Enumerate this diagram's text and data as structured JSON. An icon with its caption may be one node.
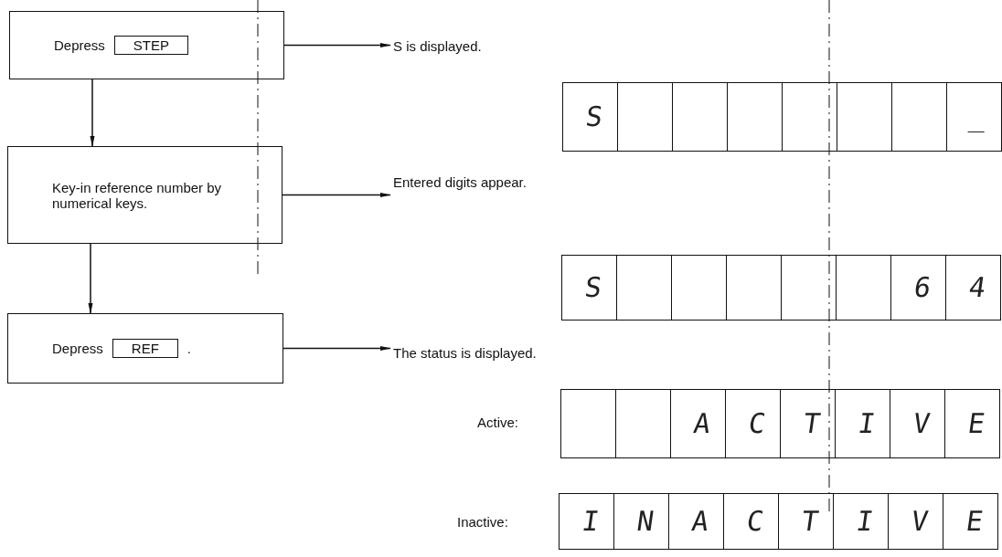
{
  "diagram": {
    "nodes": [
      {
        "text": [
          "Depress",
          "STEP"
        ]
      },
      {
        "text": [
          "Key-in reference number by numerical keys."
        ]
      },
      {
        "text": [
          "Depress",
          "REF",
          "."
        ]
      },
      {
        "text": [
          "S is displayed."
        ]
      },
      {
        "text": [
          "Entered digits appear."
        ]
      },
      {
        "text": [
          "The status is displayed."
        ]
      }
    ],
    "edges": [
      {
        "from": 0,
        "to": 1,
        "arrow": "to"
      },
      {
        "from": 1,
        "to": 2,
        "arrow": "to"
      },
      {
        "from": 0,
        "to": 3,
        "arrow": "to"
      },
      {
        "from": 1,
        "to": 4,
        "arrow": "to"
      },
      {
        "from": 2,
        "to": 5,
        "arrow": "to"
      }
    ],
    "labels": [
      "S",
      "_",
      "S",
      "6",
      "4",
      "Active:",
      "A",
      "C",
      "T",
      "I",
      "V",
      "E",
      "Inactive:",
      "I",
      "N",
      "A",
      "C",
      "T",
      "I",
      "V",
      "E"
    ]
  }
}
